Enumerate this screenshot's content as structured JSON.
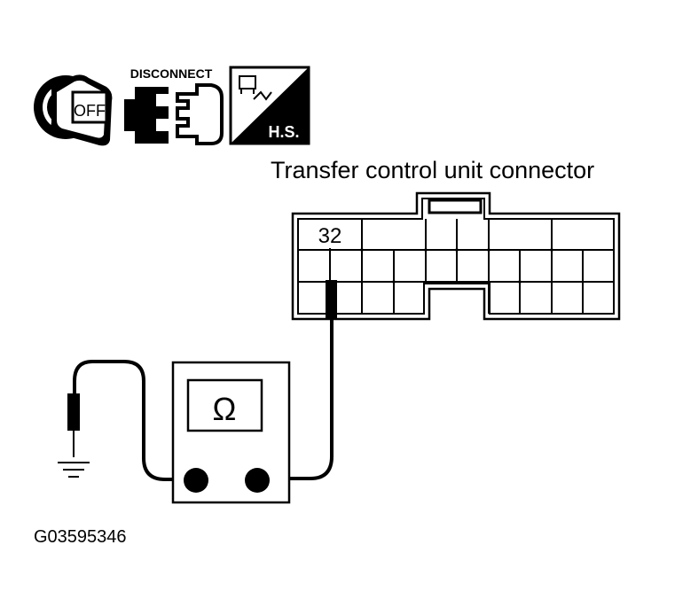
{
  "icons": {
    "ignition_label": "OFF",
    "disconnect_label": "DISCONNECT",
    "harness_label": "H.S."
  },
  "connector": {
    "title": "Transfer control unit connector",
    "terminal_number": "32"
  },
  "meter": {
    "symbol": "Ω"
  },
  "figure_id": "G03595346"
}
